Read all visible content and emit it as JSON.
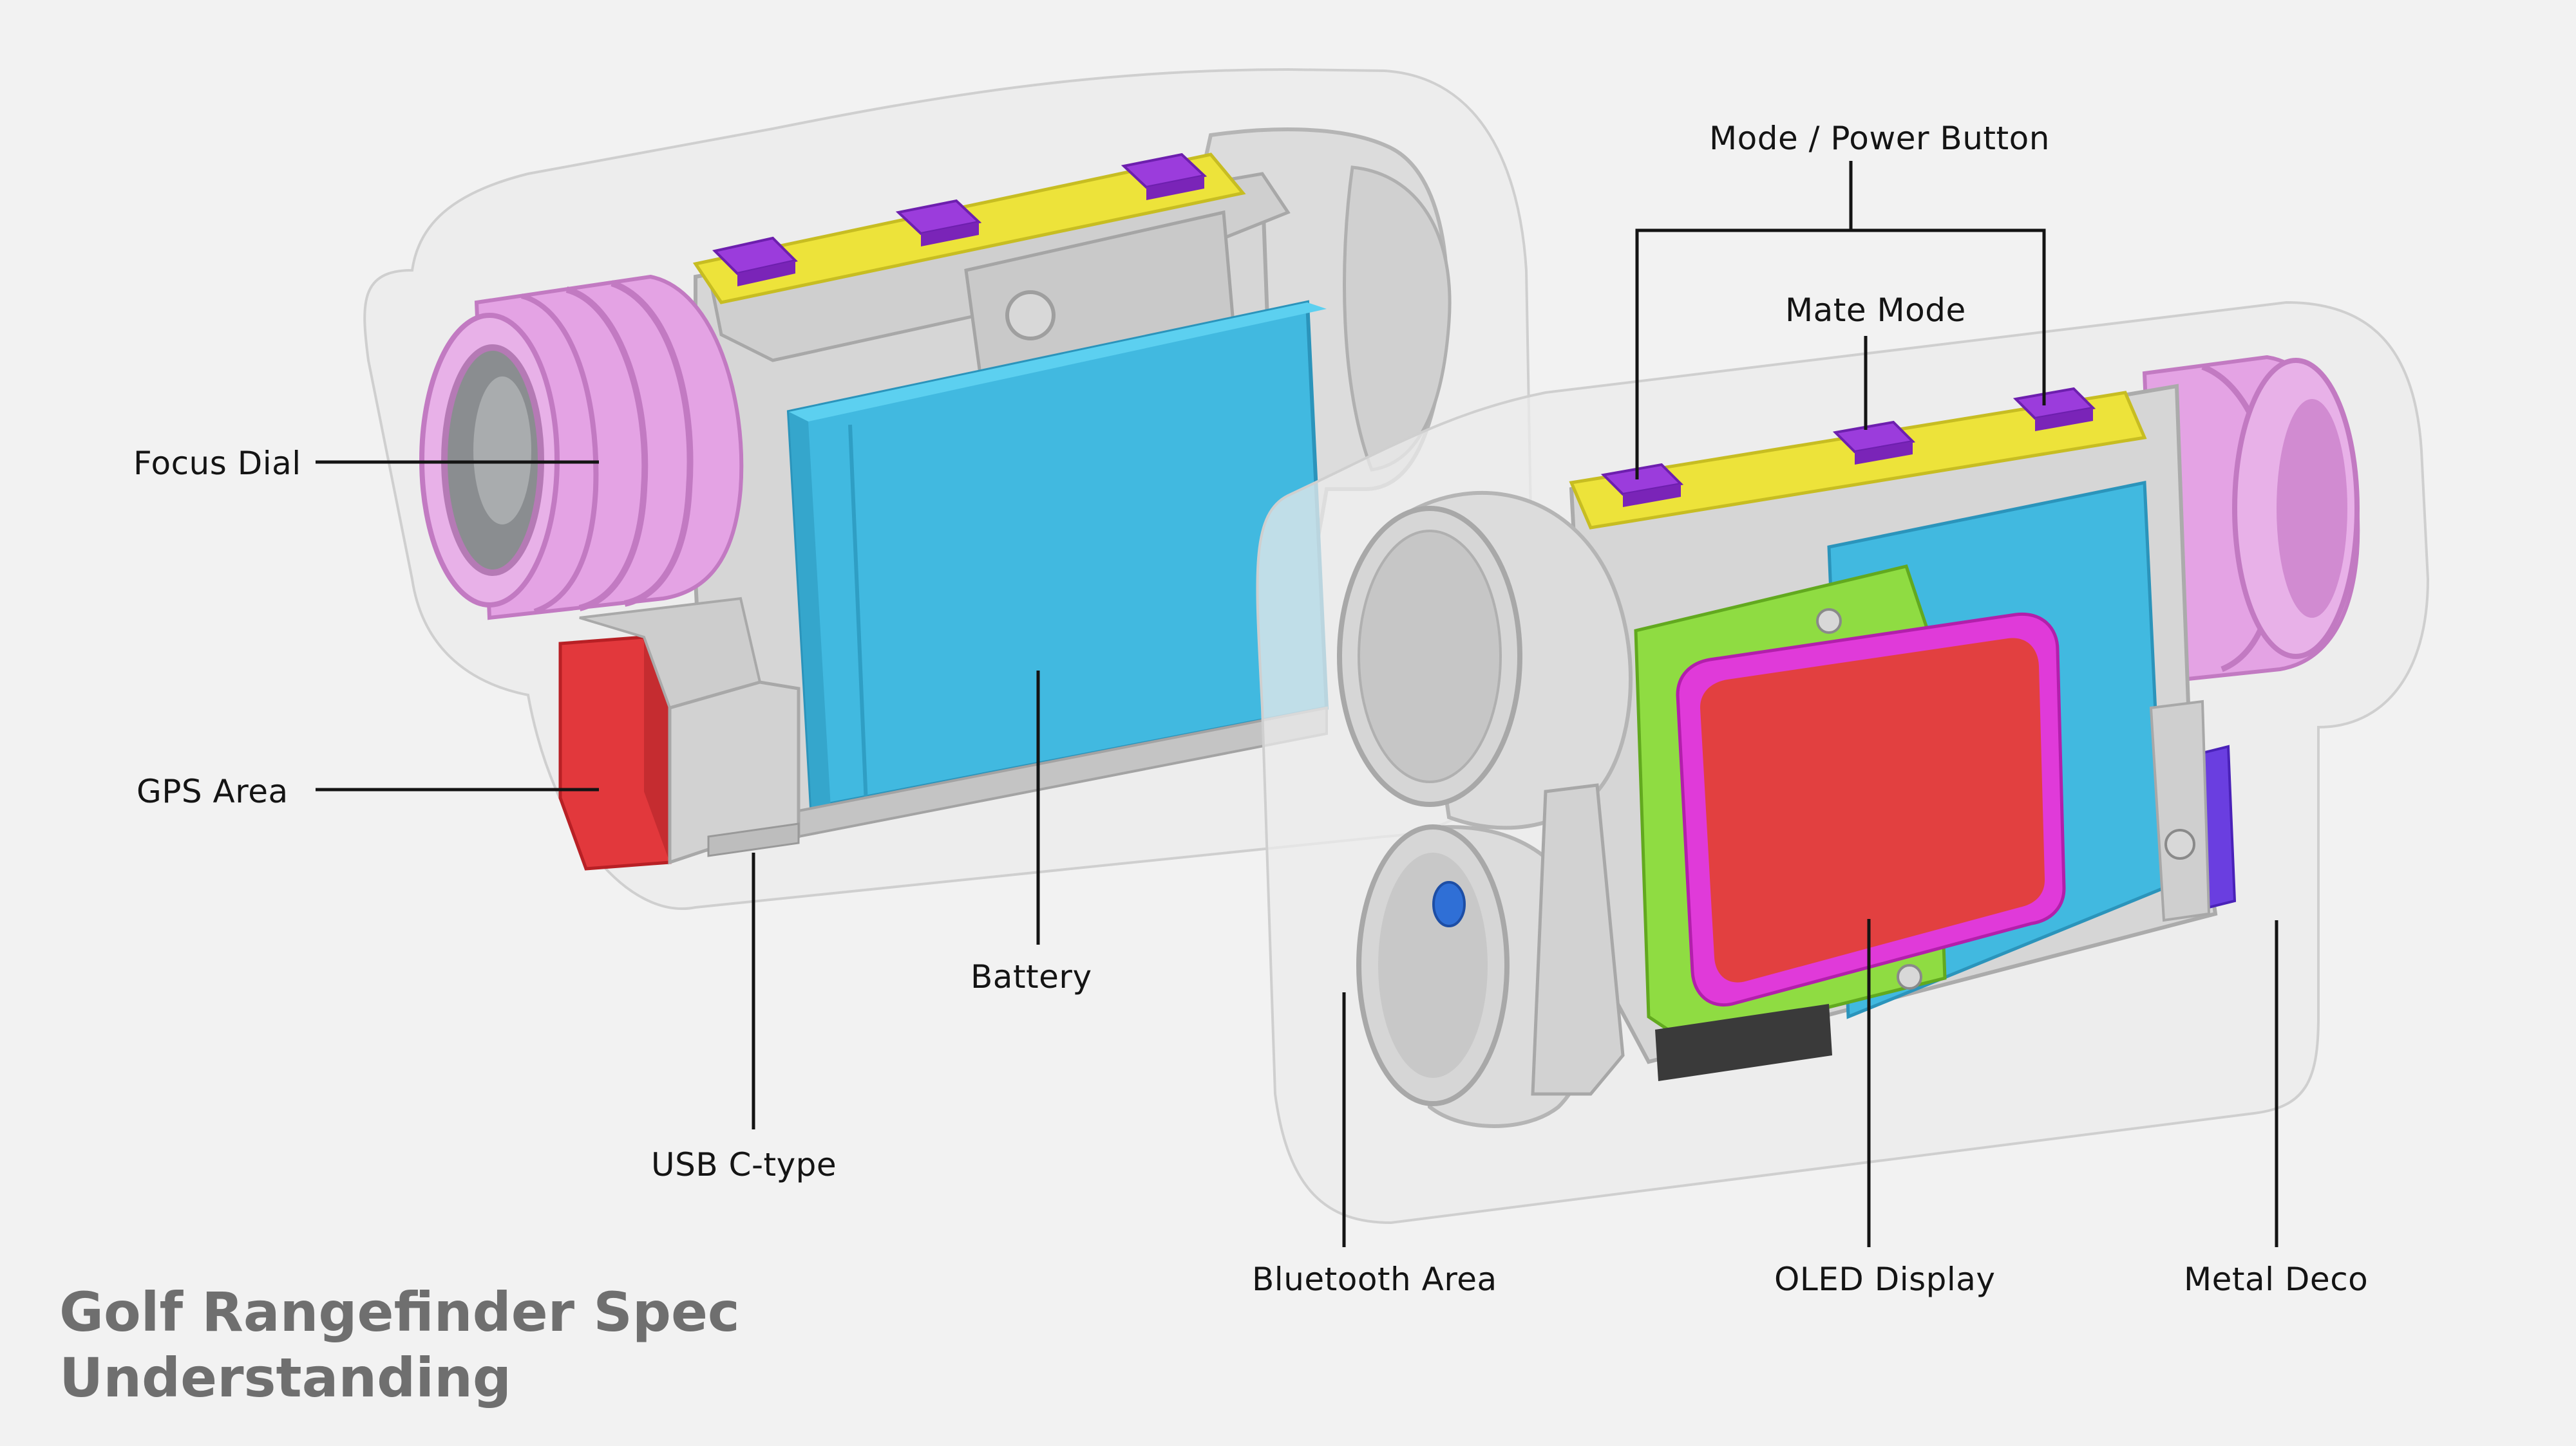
{
  "title": {
    "line1": "Golf Rangefinder Spec",
    "line2": "Understanding"
  },
  "callouts": {
    "focus_dial": "Focus Dial",
    "gps_area": "GPS Area",
    "battery": "Battery",
    "usb": "USB C-type",
    "mode_power_button": "Mode / Power Button",
    "mate_mode": "Mate Mode",
    "bluetooth_area": "Bluetooth Area",
    "oled_display": "OLED Display",
    "metal_deco": "Metal Deco"
  },
  "colors": {
    "background": "#f2f2f2",
    "shell": "#ebebeb",
    "housing": "#d9d9d9",
    "focus_dial": "#e4a3e4",
    "battery": "#41b9e0",
    "gps": "#e2383c",
    "button_strip": "#ede33a",
    "buttons": "#9b3cdc",
    "pcb": "#8fdc42",
    "oled_frame": "#e03ad9",
    "oled": "#e24040",
    "metal_deco": "#6a3ee0",
    "title": "#6f6f6f",
    "leader": "#141414"
  }
}
